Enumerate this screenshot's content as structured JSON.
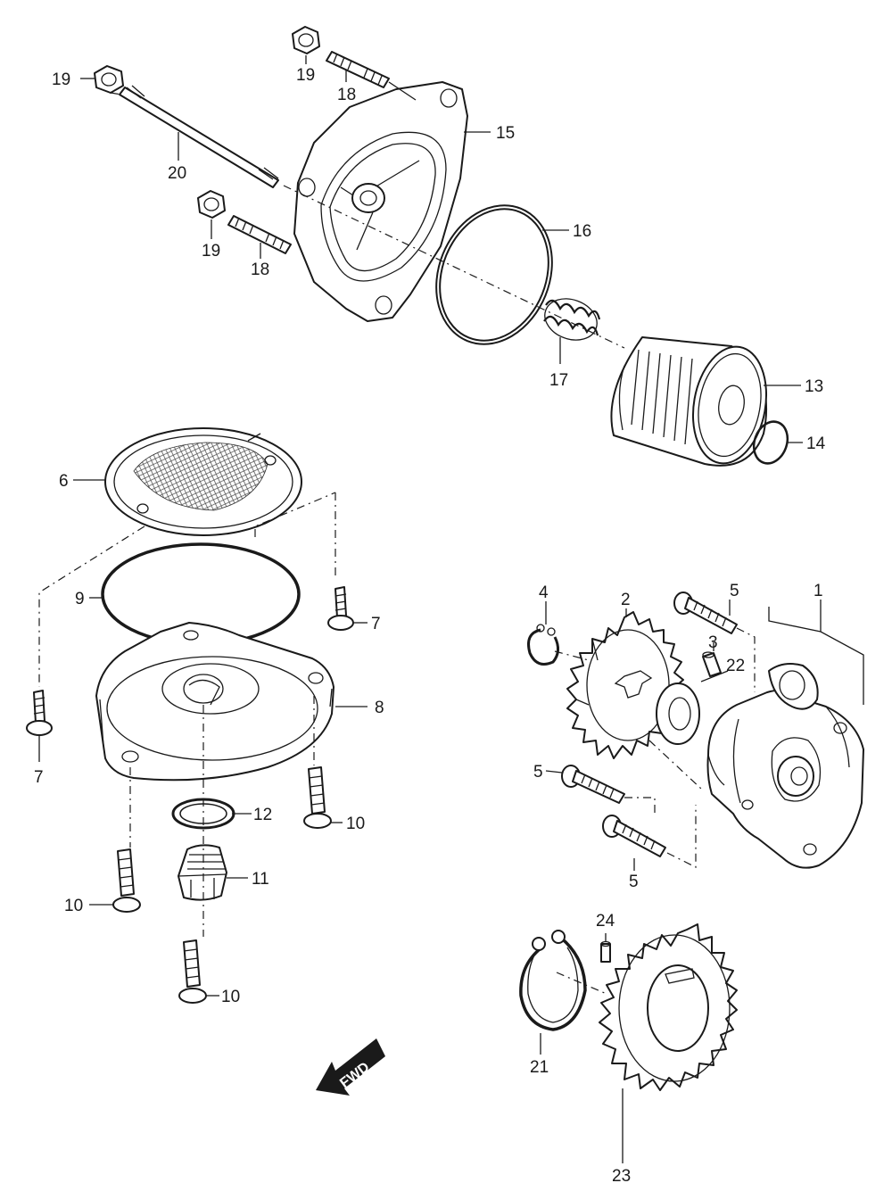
{
  "callouts": {
    "c1": "1",
    "c2": "2",
    "c3": "3",
    "c4": "4",
    "c5a": "5",
    "c5b": "5",
    "c5c": "5",
    "c6": "6",
    "c7a": "7",
    "c7b": "7",
    "c8": "8",
    "c9": "9",
    "c10a": "10",
    "c10b": "10",
    "c10c": "10",
    "c11": "11",
    "c12": "12",
    "c13": "13",
    "c14": "14",
    "c15": "15",
    "c16": "16",
    "c17": "17",
    "c18a": "18",
    "c18b": "18",
    "c19a": "19",
    "c19b": "19",
    "c19c": "19",
    "c20": "20",
    "c21": "21",
    "c22": "22",
    "c23": "23",
    "c24": "24"
  },
  "fwd_label": "FWD"
}
